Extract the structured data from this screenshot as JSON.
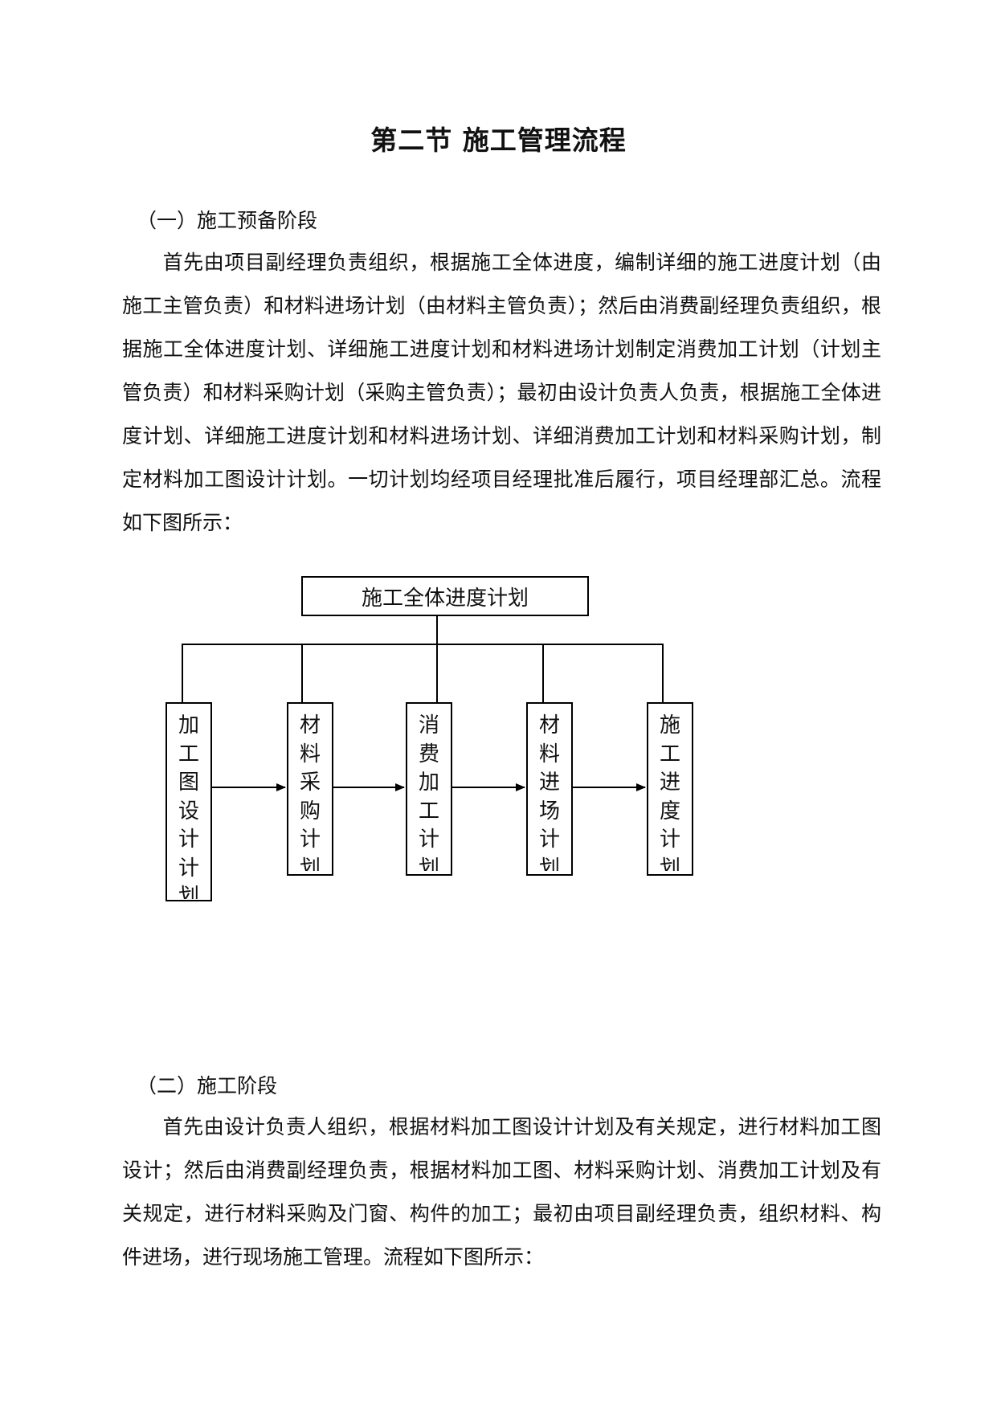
{
  "title": "第二节  施工管理流程",
  "section1": {
    "heading": "（一）施工预备阶段",
    "paragraph": "首先由项目副经理负责组织，根据施工全体进度，编制详细的施工进度计划（由施工主管负责）和材料进场计划（由材料主管负责）；然后由消费副经理负责组织，根据施工全体进度计划、详细施工进度计划和材料进场计划制定消费加工计划（计划主管负责）和材料采购计划（采购主管负责）；最初由设计负责人负责，根据施工全体进度计划、详细施工进度计划和材料进场计划、详细消费加工计划和材料采购计划，制定材料加工图设计计划。一切计划均经项目经理批准后履行，项目经理部汇总。流程如下图所示："
  },
  "diagram": {
    "top_box": "施工全体进度计划",
    "boxes": [
      {
        "chars": [
          "加",
          "工",
          "图",
          "设",
          "计",
          "计"
        ],
        "clipped": "划"
      },
      {
        "chars": [
          "材",
          "料",
          "采",
          "购",
          "计"
        ],
        "clipped": "划"
      },
      {
        "chars": [
          "消",
          "费",
          "加",
          "工",
          "计"
        ],
        "clipped": "划"
      },
      {
        "chars": [
          "材",
          "料",
          "进",
          "场",
          "计"
        ],
        "clipped": "划"
      },
      {
        "chars": [
          "施",
          "工",
          "进",
          "度",
          "计"
        ],
        "clipped": "划"
      }
    ]
  },
  "section2": {
    "heading": "（二）施工阶段",
    "paragraph": "首先由设计负责人组织，根据材料加工图设计计划及有关规定，进行材料加工图设计；然后由消费副经理负责，根据材料加工图、材料采购计划、消费加工计划及有关规定，进行材料采购及门窗、构件的加工；最初由项目副经理负责，组织材料、构件进场，进行现场施工管理。流程如下图所示："
  }
}
